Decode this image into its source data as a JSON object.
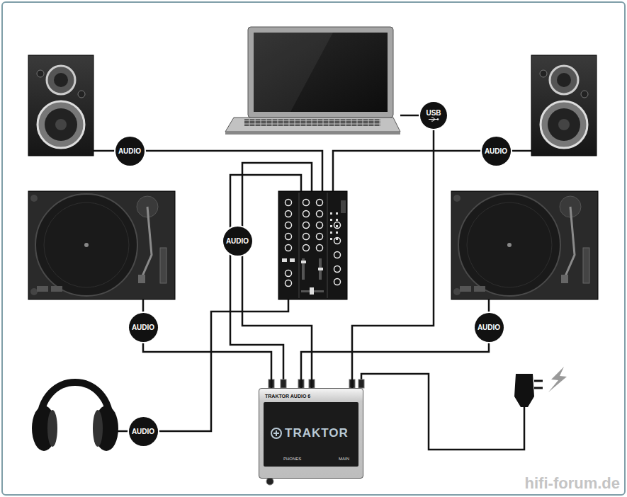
{
  "diagram": {
    "nodes": [
      {
        "text": [
          "USB"
        ]
      },
      {
        "text": [
          "AUDIO"
        ]
      },
      {
        "text": [
          "AUDIO"
        ]
      },
      {
        "text": [
          "AUDIO"
        ]
      },
      {
        "text": [
          "AUDIO"
        ]
      },
      {
        "text": [
          "AUDIO"
        ]
      },
      {
        "text": [
          "TRAKTOR AUDIO 6",
          "TRAKTOR",
          "PHONES",
          "MAIN"
        ]
      },
      {
        "text": [
          "AUDIO"
        ]
      }
    ],
    "edges": [
      {
        "from": 0,
        "to": 6,
        "arrow": "none"
      },
      {
        "from": 3,
        "to": 6,
        "arrow": "none"
      },
      {
        "from": 4,
        "to": 6,
        "arrow": "none"
      },
      {
        "from": 5,
        "to": 6,
        "arrow": "none"
      }
    ],
    "labels": [
      "hifi-forum.de"
    ]
  }
}
